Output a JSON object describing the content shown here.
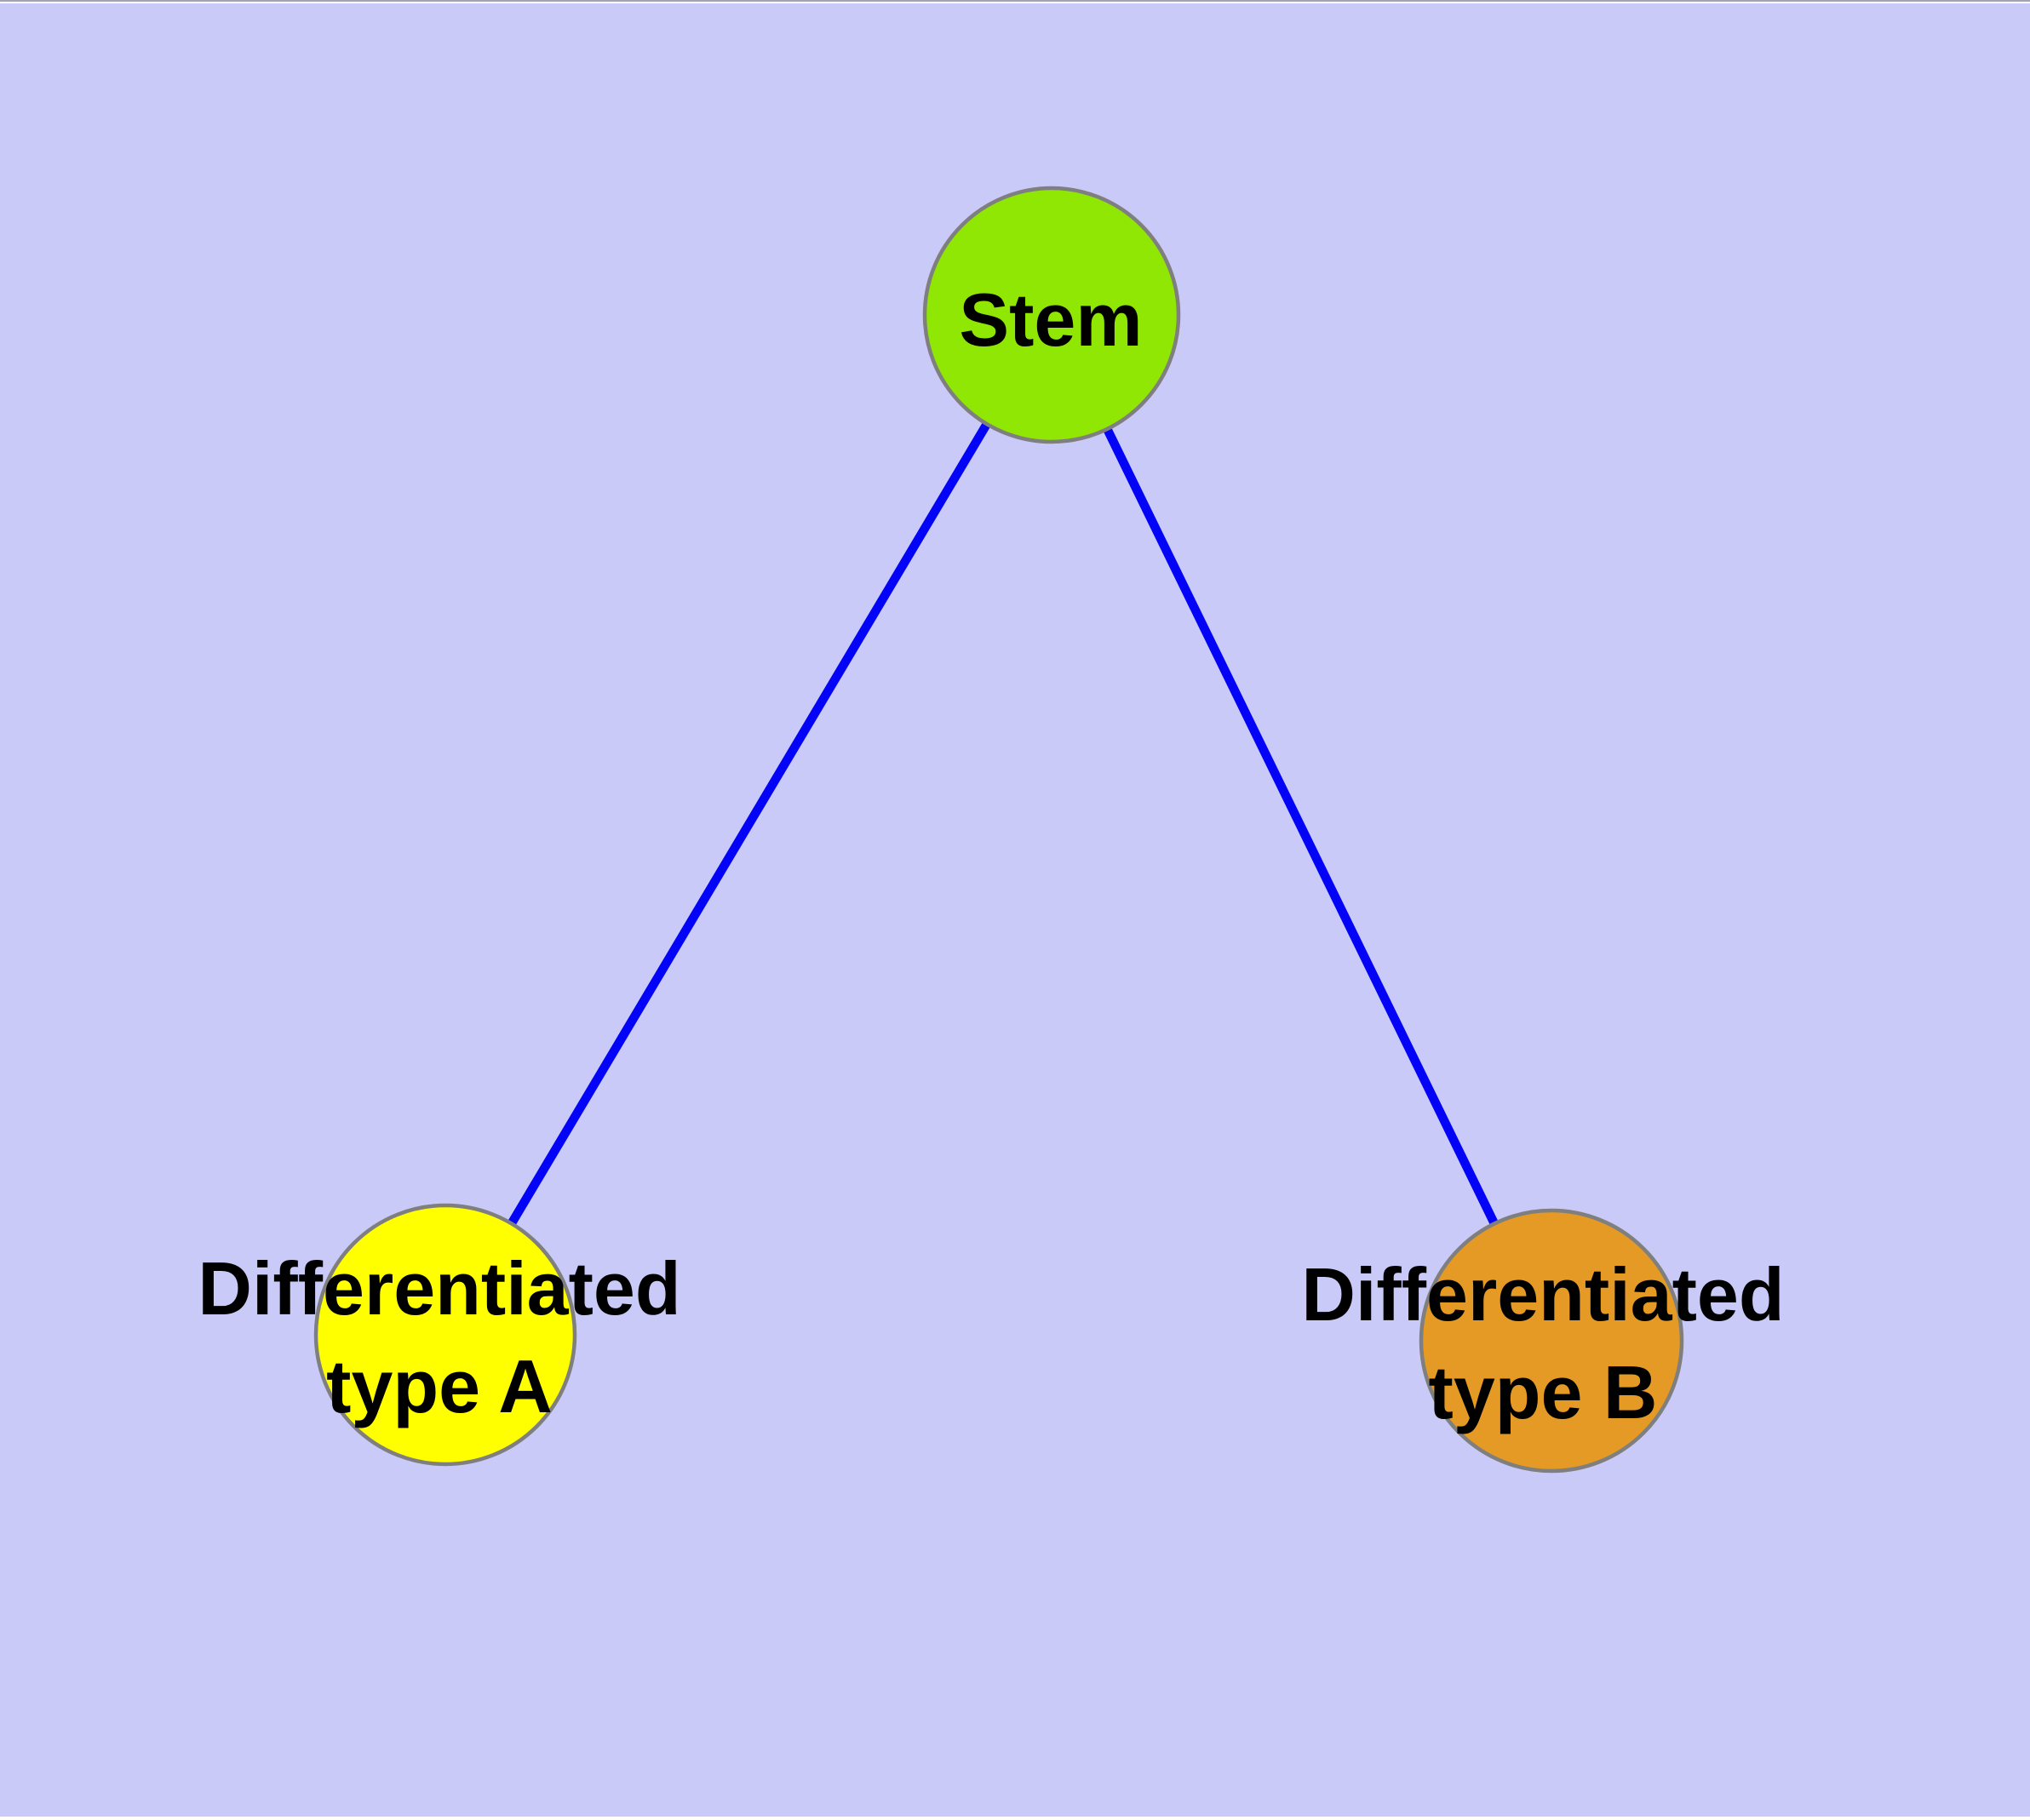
{
  "diagram": {
    "background_color": "#cacaf8",
    "top_edge_color": "#a3a3b4",
    "edge_color": "#0303f8",
    "node_border_color": "#7f7f7f",
    "label_color": "#000000",
    "nodes": [
      {
        "id": "stem",
        "label": "Stem",
        "fill_color": "#8fe703"
      },
      {
        "id": "differentiated-type-a",
        "label": "Differentiated type A",
        "label_lines": {
          "line1": "Differentiated",
          "line2": "type A"
        },
        "fill_color": "#ffff00"
      },
      {
        "id": "differentiated-type-b",
        "label": "Differentiated type B",
        "label_lines": {
          "line1": "Differentiated",
          "line2": "type B"
        },
        "fill_color": "#e49a25"
      }
    ],
    "edges": [
      {
        "from": "Stem",
        "to": "Differentiated type A"
      },
      {
        "from": "Stem",
        "to": "Differentiated type B"
      }
    ]
  }
}
